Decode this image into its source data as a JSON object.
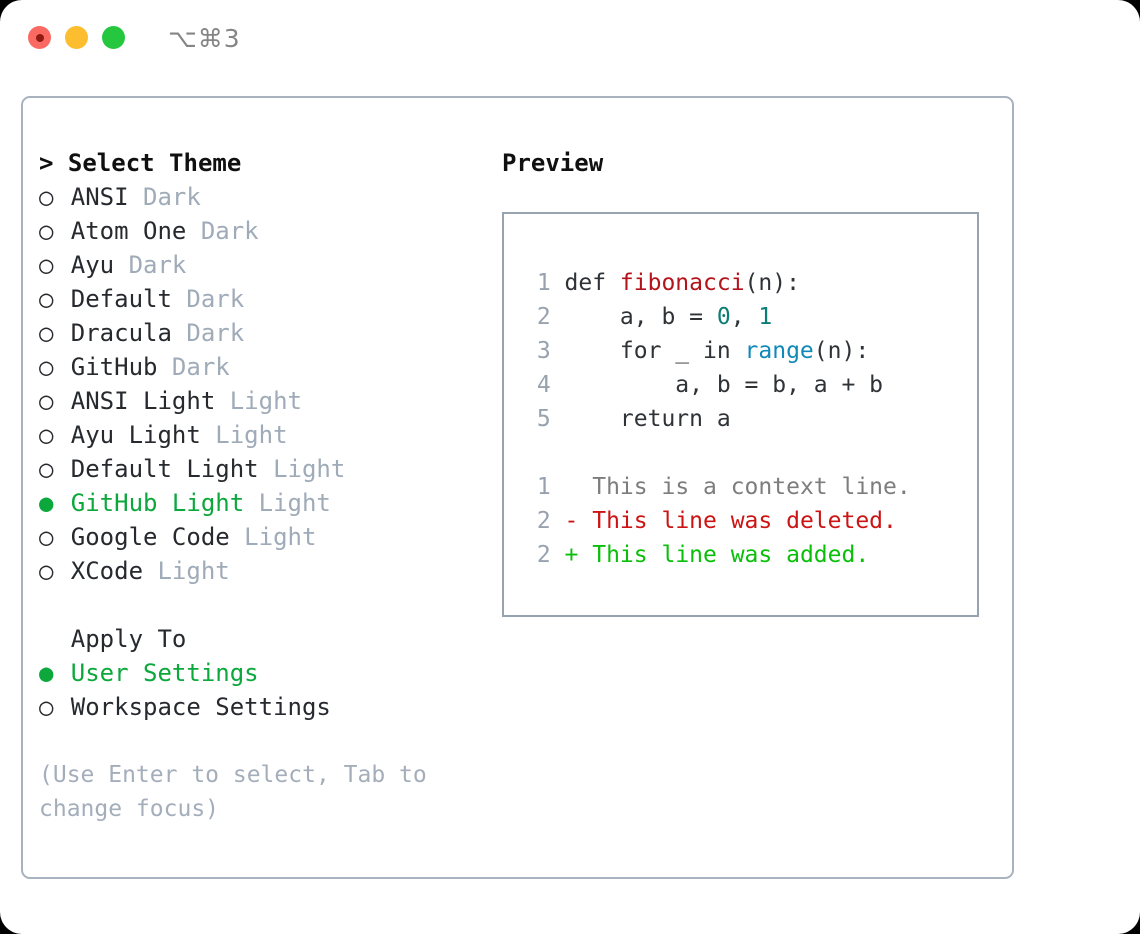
{
  "titlebar": {
    "shortcut": "⌥⌘3",
    "buttons": [
      {
        "name": "close",
        "color": "#fb6a62"
      },
      {
        "name": "minimize",
        "color": "#fcbd2e"
      },
      {
        "name": "maximize",
        "color": "#25c73f"
      }
    ]
  },
  "theme_list": {
    "header": "> Select Theme",
    "selected_marker": "●",
    "unselected_marker": "○",
    "accent_color": "#0ca83c",
    "tag_color": "#9fabb8",
    "items": [
      {
        "marker": "○",
        "name": "ANSI",
        "tag": "Dark",
        "selected": false
      },
      {
        "marker": "○",
        "name": "Atom One",
        "tag": "Dark",
        "selected": false
      },
      {
        "marker": "○",
        "name": "Ayu",
        "tag": "Dark",
        "selected": false
      },
      {
        "marker": "○",
        "name": "Default",
        "tag": "Dark",
        "selected": false
      },
      {
        "marker": "○",
        "name": "Dracula",
        "tag": "Dark",
        "selected": false
      },
      {
        "marker": "○",
        "name": "GitHub",
        "tag": "Dark",
        "selected": false
      },
      {
        "marker": "○",
        "name": "ANSI Light",
        "tag": "Light",
        "selected": false
      },
      {
        "marker": "○",
        "name": "Ayu Light",
        "tag": "Light",
        "selected": false
      },
      {
        "marker": "○",
        "name": "Default Light",
        "tag": "Light",
        "selected": false
      },
      {
        "marker": "●",
        "name": "GitHub Light",
        "tag": "Light",
        "selected": true
      },
      {
        "marker": "○",
        "name": "Google Code",
        "tag": "Light",
        "selected": false
      },
      {
        "marker": "○",
        "name": "XCode",
        "tag": "Light",
        "selected": false
      }
    ]
  },
  "apply_to": {
    "header": "Apply To",
    "options": [
      {
        "marker": "●",
        "name": "User Settings",
        "selected": true
      },
      {
        "marker": "○",
        "name": "Workspace Settings",
        "selected": false
      }
    ]
  },
  "hint": "(Use Enter to select, Tab to change focus)",
  "preview": {
    "title": "Preview",
    "code_lines": [
      {
        "no": "1",
        "tokens": [
          {
            "text": "def ",
            "cls": "tok-plain"
          },
          {
            "text": "fibonacci",
            "cls": "tok-fn"
          },
          {
            "text": "(n):",
            "cls": "tok-plain"
          }
        ]
      },
      {
        "no": "2",
        "tokens": [
          {
            "text": "    a, b = ",
            "cls": "tok-plain"
          },
          {
            "text": "0",
            "cls": "tok-num"
          },
          {
            "text": ", ",
            "cls": "tok-plain"
          },
          {
            "text": "1",
            "cls": "tok-num"
          }
        ]
      },
      {
        "no": "3",
        "tokens": [
          {
            "text": "    for _ in ",
            "cls": "tok-plain"
          },
          {
            "text": "range",
            "cls": "tok-bi"
          },
          {
            "text": "(n):",
            "cls": "tok-plain"
          }
        ]
      },
      {
        "no": "4",
        "tokens": [
          {
            "text": "        a, b = b, a + b",
            "cls": "tok-plain"
          }
        ]
      },
      {
        "no": "5",
        "tokens": [
          {
            "text": "    return a",
            "cls": "tok-plain"
          }
        ]
      }
    ],
    "diff_lines": [
      {
        "no": "1",
        "sign": "  ",
        "text": "This is a context line.",
        "cls": "diff-ctx"
      },
      {
        "no": "2",
        "sign": "- ",
        "text": "This line was deleted.",
        "cls": "diff-del"
      },
      {
        "no": "2",
        "sign": "+ ",
        "text": "This line was added.",
        "cls": "diff-add"
      }
    ]
  }
}
